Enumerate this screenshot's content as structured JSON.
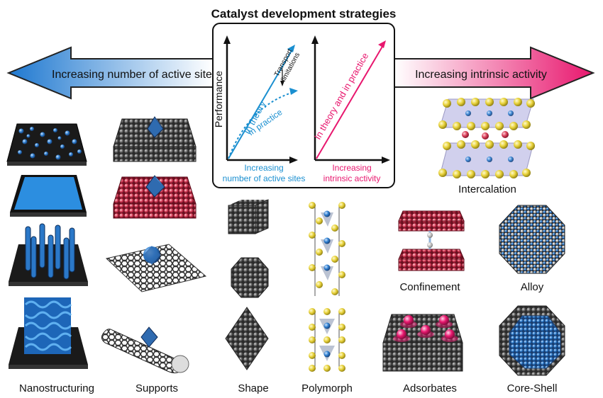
{
  "title": "Catalyst development strategies",
  "left_arrow_label": "Increasing number of active sites",
  "right_arrow_label": "Increasing intrinsic activity",
  "left_plot": {
    "y_axis": "Performance",
    "theory_label": "In theory",
    "practice_label": "In practice",
    "annotation": [
      "Transport",
      "limitations"
    ],
    "x_axis": [
      "Increasing",
      "number of active sites"
    ]
  },
  "right_plot": {
    "line_label": "In theory and in practice",
    "x_axis": [
      "Increasing",
      "intrinsic activity"
    ]
  },
  "strategies": {
    "nanostructuring": "Nanostructuring",
    "supports": "Supports",
    "shape": "Shape",
    "polymorph": "Polymorph",
    "adsorbates": "Adsorbates",
    "core_shell": "Core-Shell",
    "confinement": "Confinement",
    "alloy": "Alloy",
    "intercalation": "Intercalation"
  },
  "colors": {
    "active_sites_blue": "#1e90d8",
    "intrinsic_pink": "#e8176e",
    "sphere_gray": "#5a5a5a",
    "sphere_red": "#d9405a",
    "sphere_yellow": "#e8d23a",
    "polyhedron_blue": "#2f6bb0"
  }
}
